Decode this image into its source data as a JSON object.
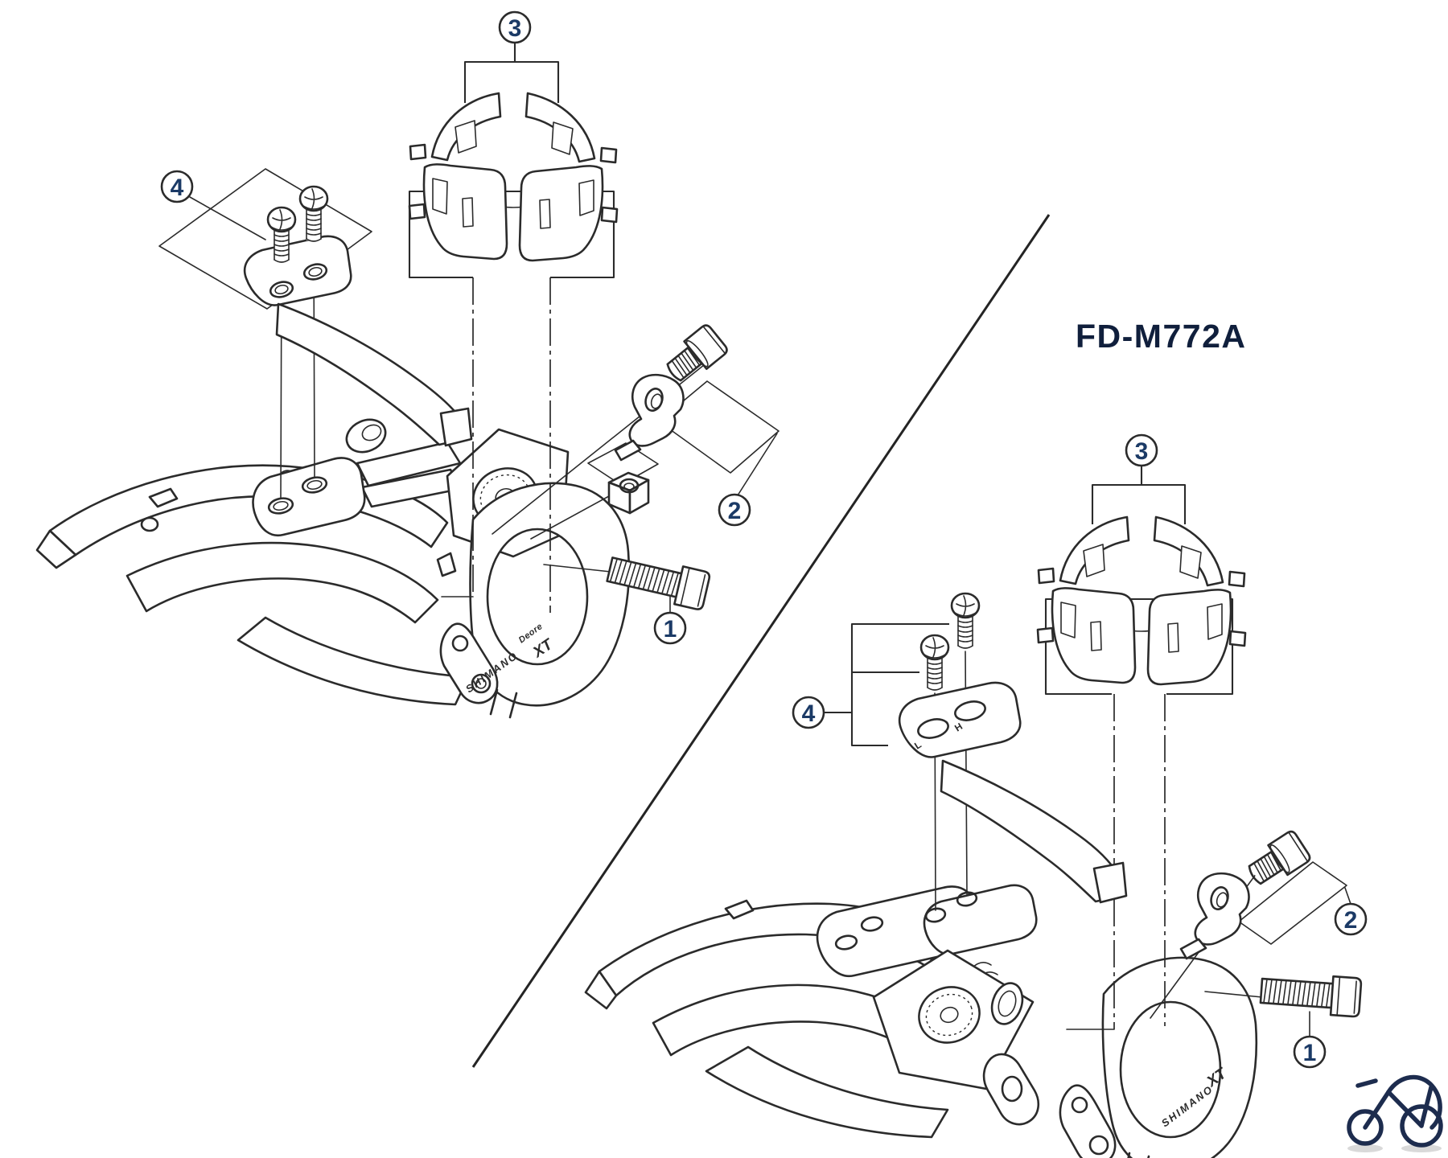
{
  "page": {
    "background": "#ffffff"
  },
  "colors": {
    "line": "#2b2b2b",
    "callout_number": "#1b3a66",
    "model_text": "#101f3c",
    "logo_navy": "#1d2c4e",
    "wheel_shadow": "#d9d9d9"
  },
  "model_label": "FD-M772A",
  "callouts": {
    "c1": "1",
    "c2": "2",
    "c3": "3",
    "c4": "4"
  },
  "branding": {
    "shimano": "SHIMANO",
    "deore": "Deore",
    "xt": "XT",
    "footer_logo_icon": "bicycle-icon"
  },
  "marks": {
    "low": "L",
    "high": "H"
  }
}
